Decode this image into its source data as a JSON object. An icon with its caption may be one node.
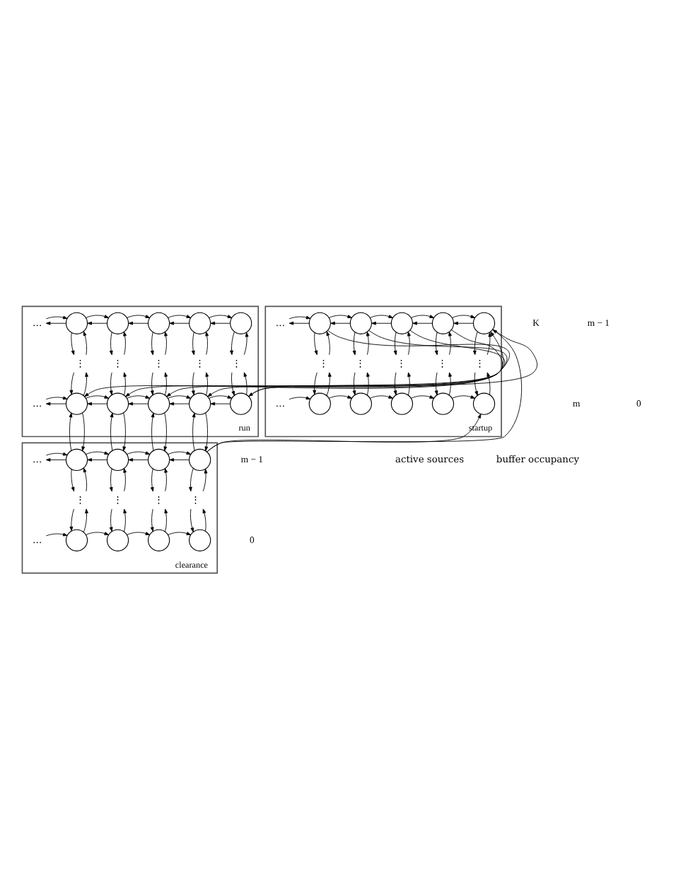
{
  "diagram": {
    "nodes": [
      {
        "text": [
          "run"
        ]
      },
      {
        "text": [],
        "shape": "circle",
        "in": 0
      },
      {
        "text": [],
        "shape": "circle",
        "in": 0
      },
      {
        "text": [],
        "shape": "circle",
        "in": 0
      },
      {
        "text": [],
        "shape": "circle",
        "in": 0
      },
      {
        "text": [],
        "shape": "circle",
        "in": 0
      },
      {
        "text": [
          "…"
        ],
        "in": 0
      },
      {
        "text": [
          "⋮"
        ],
        "in": 0
      },
      {
        "text": [
          "⋮"
        ],
        "in": 0
      },
      {
        "text": [
          "⋮"
        ],
        "in": 0
      },
      {
        "text": [
          "⋮"
        ],
        "in": 0
      },
      {
        "text": [
          "⋮"
        ],
        "in": 0
      },
      {
        "text": [],
        "shape": "circle",
        "in": 0
      },
      {
        "text": [],
        "shape": "circle",
        "in": 0
      },
      {
        "text": [],
        "shape": "circle",
        "in": 0
      },
      {
        "text": [],
        "shape": "circle",
        "in": 0
      },
      {
        "text": [],
        "shape": "circle",
        "in": 0
      },
      {
        "text": [
          "…"
        ],
        "in": 0
      },
      {
        "text": [
          "clearance"
        ]
      },
      {
        "text": [],
        "shape": "circle",
        "in": 18
      },
      {
        "text": [],
        "shape": "circle",
        "in": 18
      },
      {
        "text": [],
        "shape": "circle",
        "in": 18
      },
      {
        "text": [],
        "shape": "circle",
        "in": 18
      },
      {
        "text": [
          "…"
        ],
        "in": 18
      },
      {
        "text": [
          "⋮"
        ],
        "in": 18
      },
      {
        "text": [
          "⋮"
        ],
        "in": 18
      },
      {
        "text": [
          "⋮"
        ],
        "in": 18
      },
      {
        "text": [
          "⋮"
        ],
        "in": 18
      },
      {
        "text": [],
        "shape": "circle",
        "in": 18
      },
      {
        "text": [],
        "shape": "circle",
        "in": 18
      },
      {
        "text": [],
        "shape": "circle",
        "in": 18
      },
      {
        "text": [],
        "shape": "circle",
        "in": 18
      },
      {
        "text": [
          "…"
        ],
        "in": 18
      },
      {
        "text": [
          "startup"
        ]
      },
      {
        "text": [],
        "shape": "circle",
        "in": 33
      },
      {
        "text": [],
        "shape": "circle",
        "in": 33
      },
      {
        "text": [],
        "shape": "circle",
        "in": 33
      },
      {
        "text": [],
        "shape": "circle",
        "in": 33
      },
      {
        "text": [],
        "shape": "circle",
        "in": 33
      },
      {
        "text": [
          "…"
        ],
        "in": 33
      },
      {
        "text": [
          "⋮"
        ],
        "in": 33
      },
      {
        "text": [
          "⋮"
        ],
        "in": 33
      },
      {
        "text": [
          "⋮"
        ],
        "in": 33
      },
      {
        "text": [
          "⋮"
        ],
        "in": 33
      },
      {
        "text": [
          "⋮"
        ],
        "in": 33
      },
      {
        "text": [],
        "shape": "circle",
        "in": 33
      },
      {
        "text": [],
        "shape": "circle",
        "in": 33
      },
      {
        "text": [],
        "shape": "circle",
        "in": 33
      },
      {
        "text": [],
        "shape": "circle",
        "in": 33
      },
      {
        "text": [],
        "shape": "circle",
        "in": 33
      },
      {
        "text": [
          "…"
        ],
        "in": 33
      }
    ],
    "edges": [
      {
        "from": 1,
        "to": 2,
        "arrow": "to"
      },
      {
        "from": 2,
        "to": 1,
        "arrow": "to"
      },
      {
        "from": 2,
        "to": 3,
        "arrow": "to"
      },
      {
        "from": 3,
        "to": 2,
        "arrow": "to"
      },
      {
        "from": 3,
        "to": 4,
        "arrow": "to"
      },
      {
        "from": 4,
        "to": 3,
        "arrow": "to"
      },
      {
        "from": 4,
        "to": 5,
        "arrow": "to"
      },
      {
        "from": 5,
        "to": 4,
        "arrow": "to"
      },
      {
        "from": 5,
        "to": 6,
        "arrow": "to"
      },
      {
        "from": 6,
        "to": 5,
        "arrow": "to"
      },
      {
        "from": 1,
        "to": 7,
        "arrow": "to"
      },
      {
        "from": 7,
        "to": 1,
        "arrow": "to"
      },
      {
        "from": 7,
        "to": 12,
        "arrow": "to"
      },
      {
        "from": 12,
        "to": 7,
        "arrow": "to"
      },
      {
        "from": 2,
        "to": 8,
        "arrow": "to"
      },
      {
        "from": 8,
        "to": 2,
        "arrow": "to"
      },
      {
        "from": 8,
        "to": 13,
        "arrow": "to"
      },
      {
        "from": 13,
        "to": 8,
        "arrow": "to"
      },
      {
        "from": 3,
        "to": 9,
        "arrow": "to"
      },
      {
        "from": 9,
        "to": 3,
        "arrow": "to"
      },
      {
        "from": 9,
        "to": 14,
        "arrow": "to"
      },
      {
        "from": 14,
        "to": 9,
        "arrow": "to"
      },
      {
        "from": 4,
        "to": 10,
        "arrow": "to"
      },
      {
        "from": 10,
        "to": 4,
        "arrow": "to"
      },
      {
        "from": 10,
        "to": 15,
        "arrow": "to"
      },
      {
        "from": 15,
        "to": 10,
        "arrow": "to"
      },
      {
        "from": 5,
        "to": 11,
        "arrow": "to"
      },
      {
        "from": 11,
        "to": 5,
        "arrow": "to"
      },
      {
        "from": 11,
        "to": 16,
        "arrow": "to"
      },
      {
        "from": 16,
        "to": 11,
        "arrow": "to"
      },
      {
        "from": 12,
        "to": 13,
        "arrow": "to"
      },
      {
        "from": 13,
        "to": 12,
        "arrow": "to"
      },
      {
        "from": 13,
        "to": 14,
        "arrow": "to"
      },
      {
        "from": 14,
        "to": 13,
        "arrow": "to"
      },
      {
        "from": 14,
        "to": 15,
        "arrow": "to"
      },
      {
        "from": 15,
        "to": 14,
        "arrow": "to"
      },
      {
        "from": 15,
        "to": 16,
        "arrow": "to"
      },
      {
        "from": 16,
        "to": 15,
        "arrow": "to"
      },
      {
        "from": 16,
        "to": 17,
        "arrow": "to"
      },
      {
        "from": 17,
        "to": 16,
        "arrow": "to"
      },
      {
        "from": 13,
        "to": 19,
        "arrow": "to"
      },
      {
        "from": 19,
        "to": 13,
        "arrow": "to"
      },
      {
        "from": 14,
        "to": 20,
        "arrow": "to"
      },
      {
        "from": 20,
        "to": 14,
        "arrow": "to"
      },
      {
        "from": 15,
        "to": 21,
        "arrow": "to"
      },
      {
        "from": 21,
        "to": 15,
        "arrow": "to"
      },
      {
        "from": 16,
        "to": 22,
        "arrow": "to"
      },
      {
        "from": 22,
        "to": 16,
        "arrow": "to"
      },
      {
        "from": 19,
        "to": 20,
        "arrow": "to"
      },
      {
        "from": 20,
        "to": 19,
        "arrow": "to"
      },
      {
        "from": 20,
        "to": 21,
        "arrow": "to"
      },
      {
        "from": 21,
        "to": 20,
        "arrow": "to"
      },
      {
        "from": 21,
        "to": 22,
        "arrow": "to"
      },
      {
        "from": 22,
        "to": 21,
        "arrow": "to"
      },
      {
        "from": 22,
        "to": 23,
        "arrow": "to"
      },
      {
        "from": 23,
        "to": 22,
        "arrow": "to"
      },
      {
        "from": 19,
        "to": 24,
        "arrow": "to"
      },
      {
        "from": 24,
        "to": 19,
        "arrow": "to"
      },
      {
        "from": 24,
        "to": 28,
        "arrow": "to"
      },
      {
        "from": 28,
        "to": 24,
        "arrow": "to"
      },
      {
        "from": 20,
        "to": 25,
        "arrow": "to"
      },
      {
        "from": 25,
        "to": 20,
        "arrow": "to"
      },
      {
        "from": 25,
        "to": 29,
        "arrow": "to"
      },
      {
        "from": 29,
        "to": 25,
        "arrow": "to"
      },
      {
        "from": 21,
        "to": 26,
        "arrow": "to"
      },
      {
        "from": 26,
        "to": 21,
        "arrow": "to"
      },
      {
        "from": 26,
        "to": 30,
        "arrow": "to"
      },
      {
        "from": 30,
        "to": 26,
        "arrow": "to"
      },
      {
        "from": 22,
        "to": 27,
        "arrow": "to"
      },
      {
        "from": 27,
        "to": 22,
        "arrow": "to"
      },
      {
        "from": 27,
        "to": 31,
        "arrow": "to"
      },
      {
        "from": 31,
        "to": 27,
        "arrow": "to"
      },
      {
        "from": 29,
        "to": 28,
        "arrow": "to"
      },
      {
        "from": 30,
        "to": 29,
        "arrow": "to"
      },
      {
        "from": 31,
        "to": 30,
        "arrow": "to"
      },
      {
        "from": 32,
        "to": 31,
        "arrow": "to"
      },
      {
        "from": 34,
        "to": 35,
        "arrow": "to"
      },
      {
        "from": 35,
        "to": 34,
        "arrow": "to"
      },
      {
        "from": 35,
        "to": 36,
        "arrow": "to"
      },
      {
        "from": 36,
        "to": 35,
        "arrow": "to"
      },
      {
        "from": 36,
        "to": 37,
        "arrow": "to"
      },
      {
        "from": 37,
        "to": 36,
        "arrow": "to"
      },
      {
        "from": 37,
        "to": 38,
        "arrow": "to"
      },
      {
        "from": 38,
        "to": 37,
        "arrow": "to"
      },
      {
        "from": 38,
        "to": 39,
        "arrow": "to"
      },
      {
        "from": 39,
        "to": 38,
        "arrow": "to"
      },
      {
        "from": 34,
        "to": 40,
        "arrow": "to"
      },
      {
        "from": 40,
        "to": 34,
        "arrow": "to"
      },
      {
        "from": 40,
        "to": 45,
        "arrow": "to"
      },
      {
        "from": 45,
        "to": 40,
        "arrow": "to"
      },
      {
        "from": 35,
        "to": 41,
        "arrow": "to"
      },
      {
        "from": 41,
        "to": 35,
        "arrow": "to"
      },
      {
        "from": 41,
        "to": 46,
        "arrow": "to"
      },
      {
        "from": 46,
        "to": 41,
        "arrow": "to"
      },
      {
        "from": 36,
        "to": 42,
        "arrow": "to"
      },
      {
        "from": 42,
        "to": 36,
        "arrow": "to"
      },
      {
        "from": 42,
        "to": 47,
        "arrow": "to"
      },
      {
        "from": 47,
        "to": 42,
        "arrow": "to"
      },
      {
        "from": 37,
        "to": 43,
        "arrow": "to"
      },
      {
        "from": 43,
        "to": 37,
        "arrow": "to"
      },
      {
        "from": 43,
        "to": 48,
        "arrow": "to"
      },
      {
        "from": 48,
        "to": 43,
        "arrow": "to"
      },
      {
        "from": 38,
        "to": 44,
        "arrow": "to"
      },
      {
        "from": 44,
        "to": 38,
        "arrow": "to"
      },
      {
        "from": 44,
        "to": 49,
        "arrow": "to"
      },
      {
        "from": 49,
        "to": 44,
        "arrow": "to"
      },
      {
        "from": 46,
        "to": 45,
        "arrow": "to"
      },
      {
        "from": 47,
        "to": 46,
        "arrow": "to"
      },
      {
        "from": 48,
        "to": 47,
        "arrow": "to"
      },
      {
        "from": 49,
        "to": 48,
        "arrow": "to"
      },
      {
        "from": 50,
        "to": 49,
        "arrow": "to"
      },
      {
        "from": 34,
        "to": 12,
        "arrow": "to"
      },
      {
        "from": 12,
        "to": 34,
        "arrow": "to"
      },
      {
        "from": 35,
        "to": 13,
        "arrow": "to"
      },
      {
        "from": 36,
        "to": 14,
        "arrow": "to"
      },
      {
        "from": 37,
        "to": 15,
        "arrow": "to"
      },
      {
        "from": 38,
        "to": 16,
        "arrow": "to"
      },
      {
        "from": 19,
        "to": 34,
        "arrow": "to"
      },
      {
        "from": 19,
        "to": 45,
        "arrow": "to"
      }
    ],
    "labels": [
      "K",
      "m",
      "m − 1",
      "0",
      "m − 1",
      "0",
      "active sources",
      "buffer occupancy"
    ]
  }
}
